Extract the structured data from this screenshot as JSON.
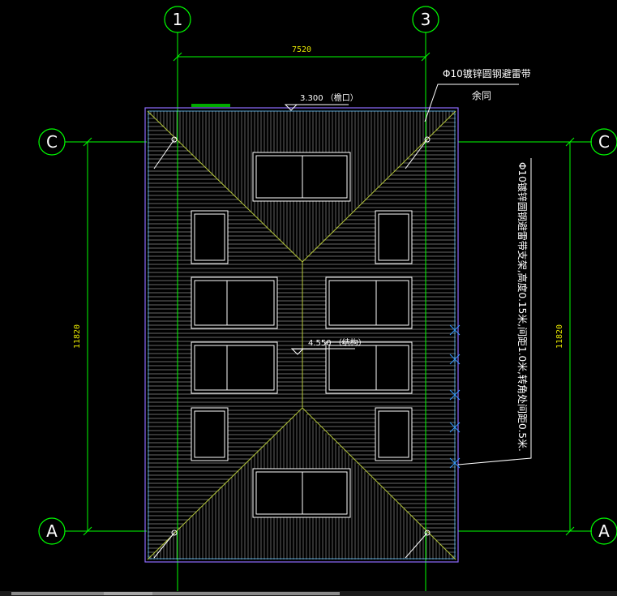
{
  "axes": {
    "top_left": "1",
    "top_right": "3",
    "left_upper": "C",
    "right_upper": "C",
    "left_lower": "A",
    "right_lower": "A"
  },
  "dimensions": {
    "width": "7520",
    "height_left": "11820",
    "height_right": "11820"
  },
  "elevations": {
    "eave": "3.300 （檐口）",
    "ridge": "4.550 （结构）"
  },
  "notes": {
    "lightning_strip": "Φ10镀锌圆钢避雷带",
    "same": "余同",
    "support_note": "Φ10镀锌圆钢避雷带支架,高度0.15米,间距1.0米,转角处间距0.5米."
  },
  "colors": {
    "background": "#000000",
    "axis_lines": "#00ff00",
    "roof_hatch": "#9a9a9a",
    "ridge_lines": "#b5c73a",
    "dimension_text": "#e6e600",
    "outline": "#8e6cff",
    "crosses": "#3399ff"
  }
}
